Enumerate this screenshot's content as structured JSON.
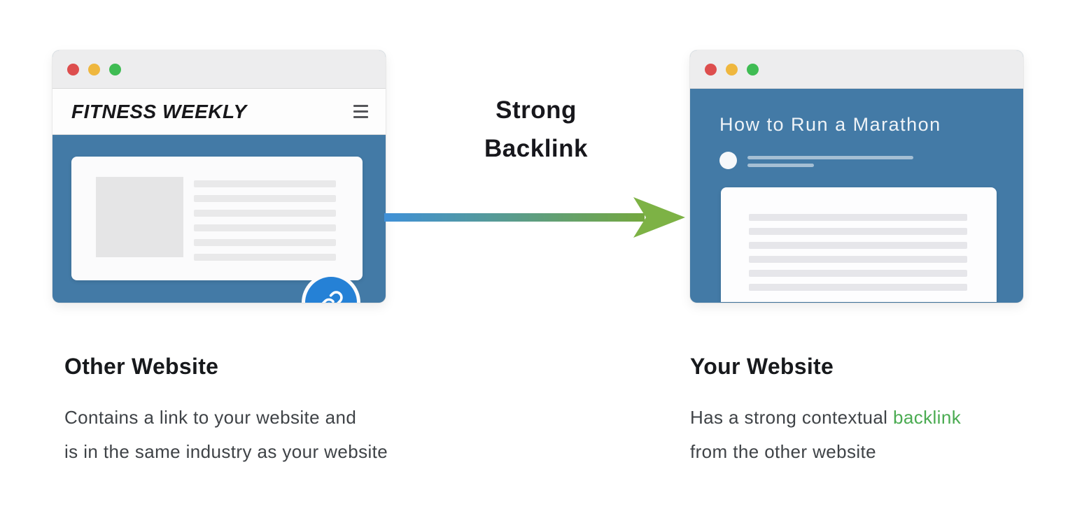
{
  "colors": {
    "window-blue": "#437aa6",
    "link-blue": "#2581d6",
    "arrow-blue": "#3f90d8",
    "arrow-green": "#74a83e",
    "arrow-head-green": "#7db245",
    "highlight-green": "#4aab51",
    "traffic-red": "#dd4e4e",
    "traffic-yellow": "#efb73e",
    "traffic-green": "#3fbc53"
  },
  "icons": {
    "close_window": "red-circle",
    "minimize_window": "yellow-circle",
    "maximize_window": "green-circle",
    "menu": "hamburger-3-bars",
    "link": "chain-link-in-circle",
    "arrow": "blue-to-green-gradient-arrow-right"
  },
  "left_window": {
    "logo": "FITNESS WEEKLY"
  },
  "arrow": {
    "label_line1": "Strong",
    "label_line2": "Backlink"
  },
  "right_window": {
    "page_title": "How to Run a Marathon"
  },
  "captions": {
    "left": {
      "heading": "Other Website",
      "line1": "Contains a link to your website and",
      "line2": "is in the same industry as your website"
    },
    "right": {
      "heading": "Your Website",
      "line1_text": "Has a strong contextual",
      "line1_highlight": "backlink",
      "line2": "from the other website"
    }
  }
}
